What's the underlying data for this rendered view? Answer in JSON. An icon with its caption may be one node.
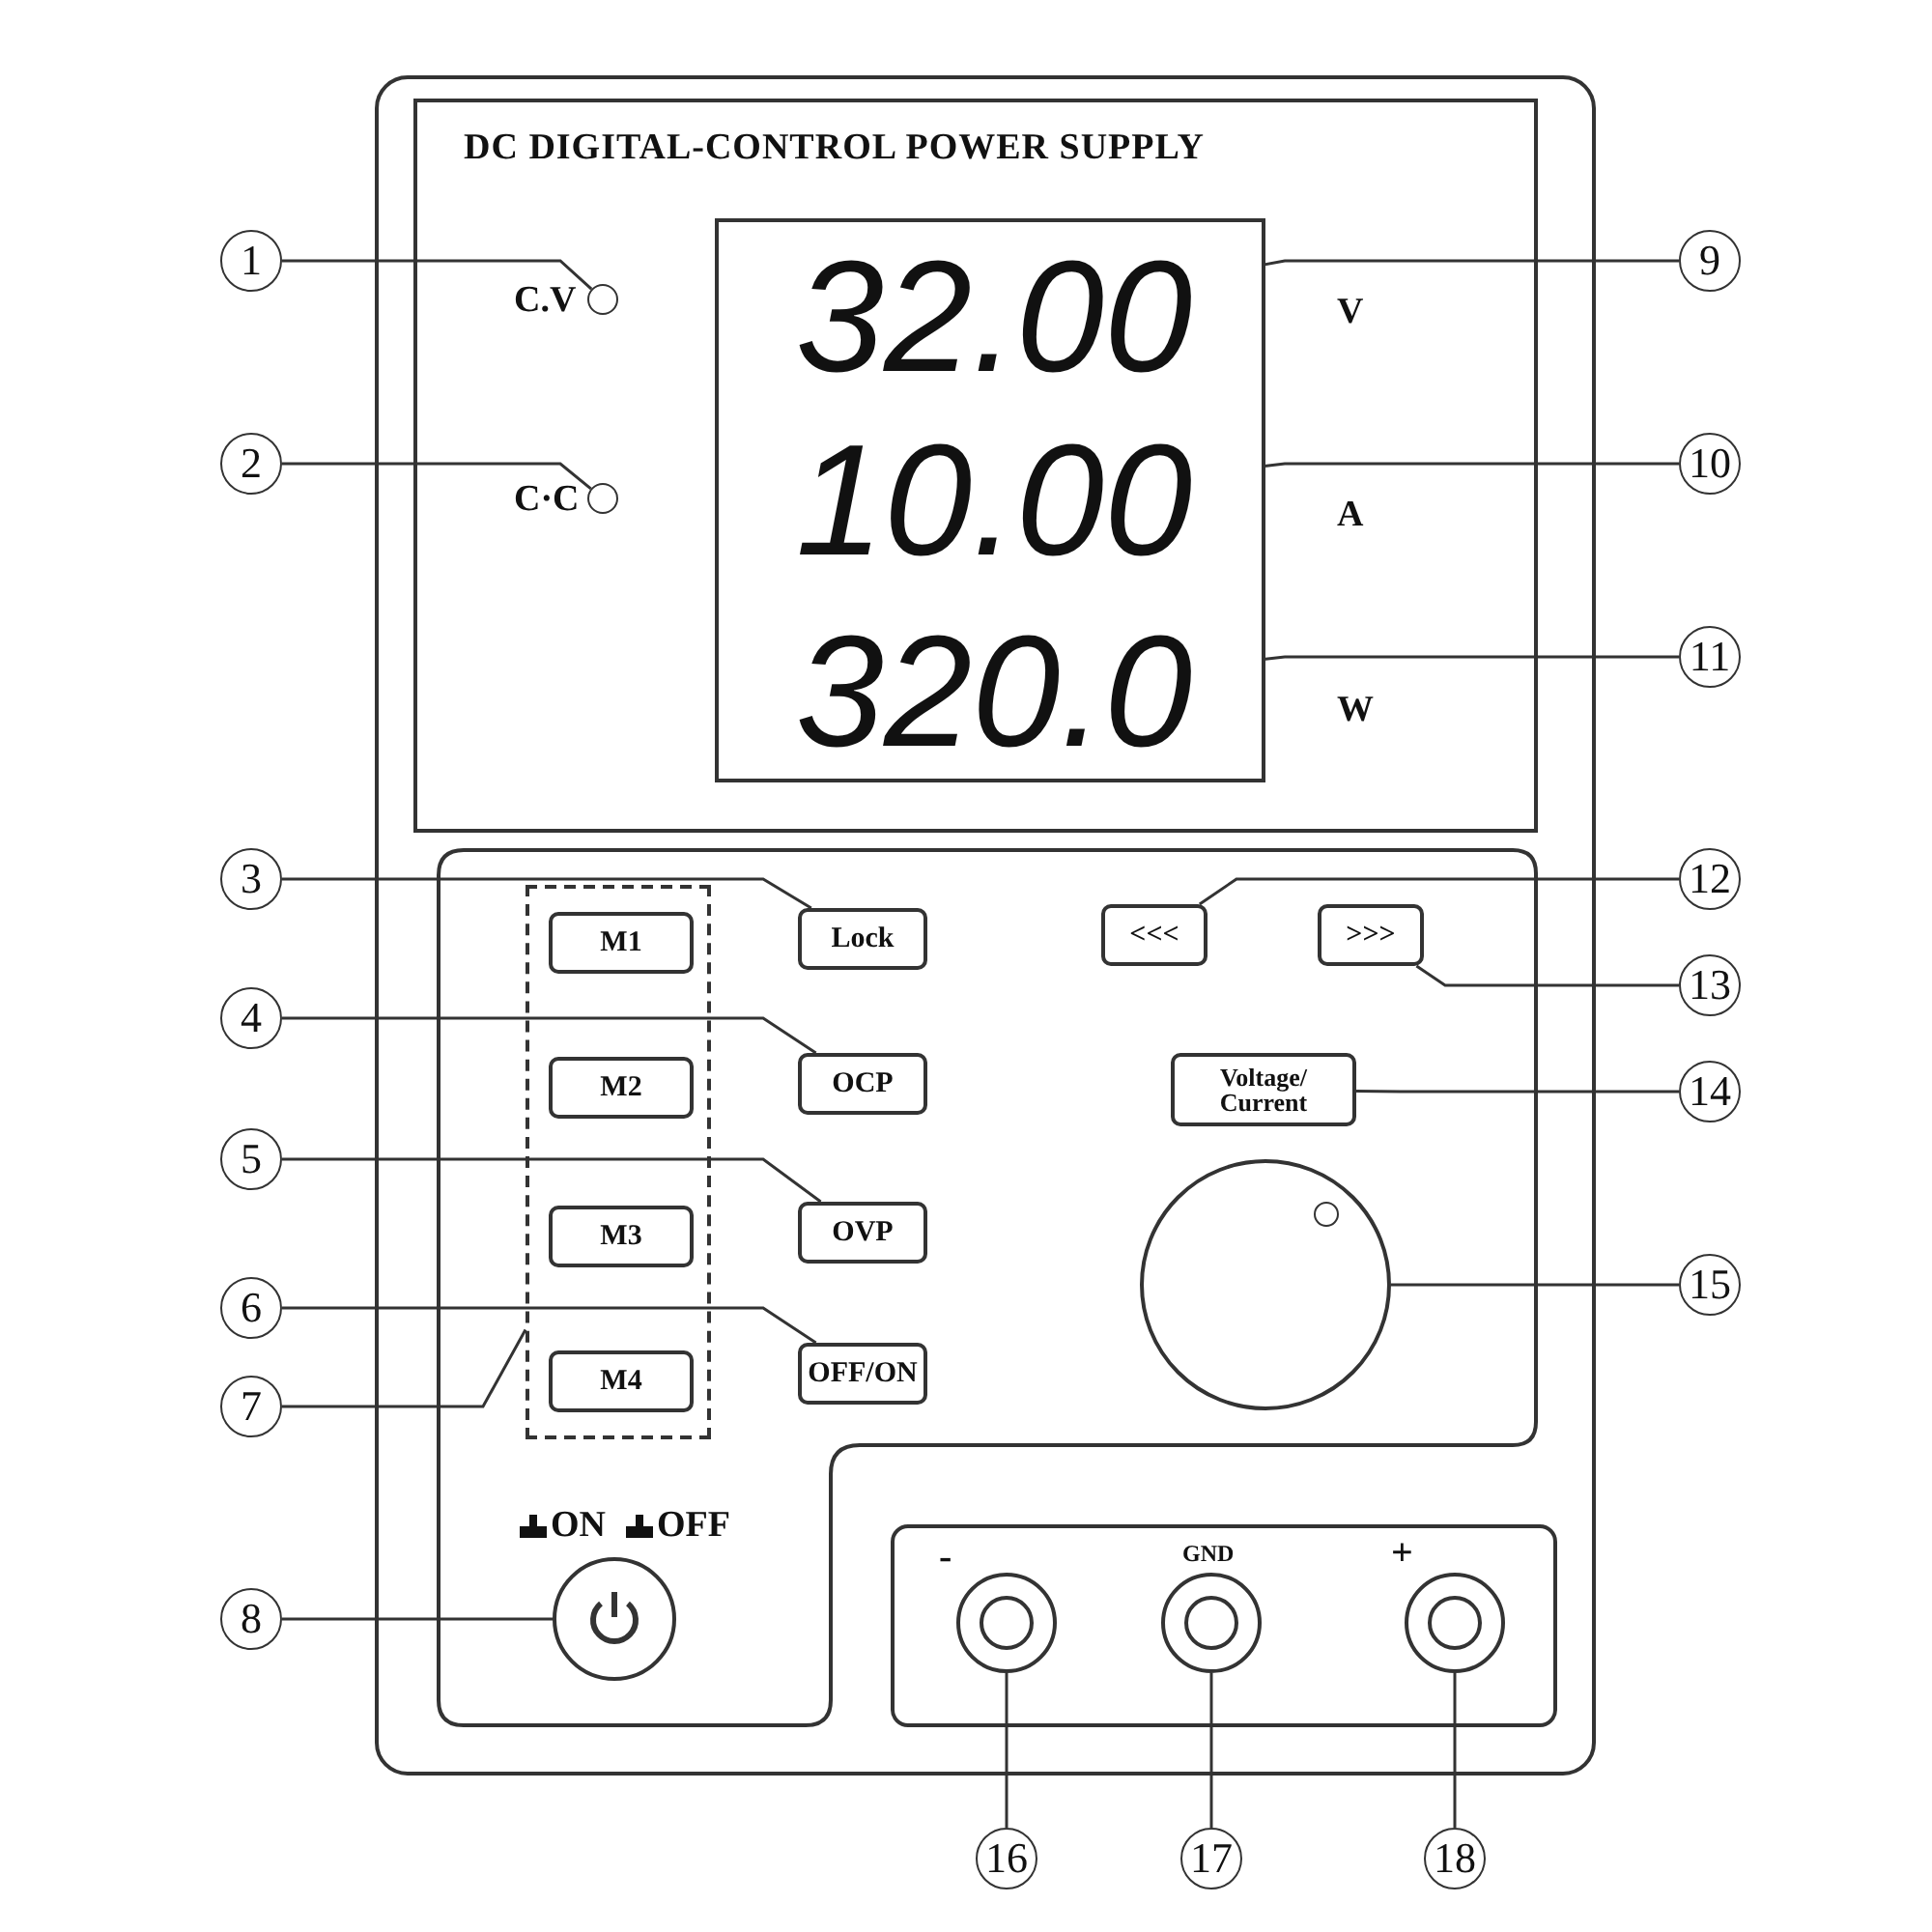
{
  "diagram": {
    "title": "DC DIGITAL-CONTROL POWER SUPPLY",
    "nodes": [
      {
        "text": [
          "1"
        ]
      },
      {
        "text": [],
        "shape": "circle",
        "beside": [
          "C.V"
        ]
      },
      {
        "text": [
          "2"
        ]
      },
      {
        "text": [],
        "shape": "circle",
        "beside": [
          "C·C"
        ]
      },
      {
        "text": [],
        "shape": "box"
      },
      {
        "text": [
          "32.00"
        ],
        "in": 4,
        "beside": [
          "V"
        ]
      },
      {
        "text": [
          "10.00"
        ],
        "in": 4,
        "beside": [
          "A"
        ]
      },
      {
        "text": [
          "320.0"
        ],
        "in": 4,
        "beside": [
          "W"
        ]
      },
      {
        "text": [
          "9"
        ]
      },
      {
        "text": [
          "10"
        ]
      },
      {
        "text": [
          "11"
        ]
      },
      {
        "text": [
          "3"
        ]
      },
      {
        "text": [
          "Lock"
        ]
      },
      {
        "text": [
          "4"
        ]
      },
      {
        "text": [
          "OCP"
        ]
      },
      {
        "text": [
          "5"
        ]
      },
      {
        "text": [
          "OVP"
        ]
      },
      {
        "text": [
          "6"
        ]
      },
      {
        "text": [
          "OFF/ON"
        ]
      },
      {
        "text": [
          "7"
        ]
      },
      {
        "text": [],
        "shape": "box"
      },
      {
        "text": [
          "M1"
        ],
        "in": 20
      },
      {
        "text": [
          "M2"
        ],
        "in": 20
      },
      {
        "text": [
          "M3"
        ],
        "in": 20
      },
      {
        "text": [
          "M4"
        ],
        "in": 20
      },
      {
        "text": [
          "8"
        ]
      },
      {
        "text": [],
        "shape": "circle",
        "beside": [
          "ON",
          "OFF"
        ]
      },
      {
        "text": [
          "12"
        ]
      },
      {
        "text": [
          "<<<"
        ]
      },
      {
        "text": [
          ">>>"
        ]
      },
      {
        "text": [
          "13"
        ]
      },
      {
        "text": [
          "Voltage/ Current"
        ]
      },
      {
        "text": [
          "14"
        ]
      },
      {
        "text": [],
        "shape": "circle"
      },
      {
        "text": [
          "15"
        ]
      },
      {
        "text": [],
        "shape": "circle",
        "beside": [
          "-"
        ]
      },
      {
        "text": [],
        "shape": "circle",
        "beside": [
          "GND"
        ]
      },
      {
        "text": [],
        "shape": "circle",
        "beside": [
          "+"
        ]
      },
      {
        "text": [
          "16"
        ]
      },
      {
        "text": [
          "17"
        ]
      },
      {
        "text": [
          "18"
        ]
      }
    ],
    "edges": [
      {
        "from": 0,
        "to": 1,
        "arrow": "none"
      },
      {
        "from": 2,
        "to": 3,
        "arrow": "none"
      },
      {
        "from": 8,
        "to": 5,
        "arrow": "none"
      },
      {
        "from": 9,
        "to": 6,
        "arrow": "none"
      },
      {
        "from": 10,
        "to": 7,
        "arrow": "none"
      },
      {
        "from": 11,
        "to": 12,
        "arrow": "none"
      },
      {
        "from": 13,
        "to": 14,
        "arrow": "none"
      },
      {
        "from": 15,
        "to": 16,
        "arrow": "none"
      },
      {
        "from": 17,
        "to": 18,
        "arrow": "none"
      },
      {
        "from": 19,
        "to": 20,
        "arrow": "none"
      },
      {
        "from": 25,
        "to": 26,
        "arrow": "none"
      },
      {
        "from": 27,
        "to": 28,
        "arrow": "none"
      },
      {
        "from": 30,
        "to": 29,
        "arrow": "none"
      },
      {
        "from": 32,
        "to": 31,
        "arrow": "none"
      },
      {
        "from": 34,
        "to": 33,
        "arrow": "none"
      },
      {
        "from": 38,
        "to": 35,
        "arrow": "none"
      },
      {
        "from": 39,
        "to": 36,
        "arrow": "none"
      },
      {
        "from": 40,
        "to": 37,
        "arrow": "none"
      }
    ]
  }
}
